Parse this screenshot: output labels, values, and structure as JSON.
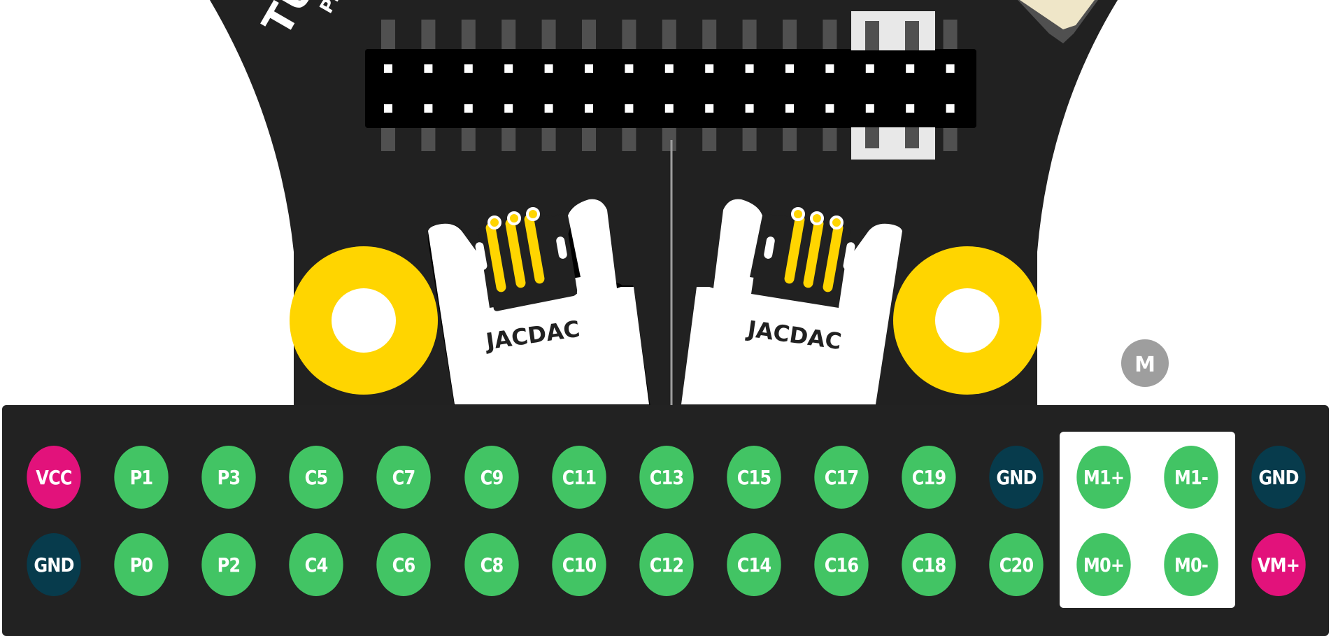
{
  "board": {
    "colors": {
      "board": "#212121",
      "header_body": "#000000",
      "header_pin": "#505050",
      "pad_gold": "#FFD500",
      "connector_white": "#FFFFFF",
      "jacdac_text": "#212121",
      "callout_line": "#9E9E9E"
    },
    "jacdac_labels": [
      "JACDAC",
      "JACDAC"
    ],
    "edge_text_top_left": "TU",
    "edge_text_small": "PE",
    "m_badge": {
      "label": "M",
      "color": "#9E9E9E"
    }
  },
  "legend": {
    "colors": {
      "background": "#222222",
      "power": "#E2127B",
      "ground": "#073B4C",
      "gpio": "#42C464",
      "motor_box": "#FFFFFF"
    },
    "top_row": [
      {
        "label": "VCC",
        "kind": "power"
      },
      {
        "label": "P1",
        "kind": "gpio"
      },
      {
        "label": "P3",
        "kind": "gpio"
      },
      {
        "label": "C5",
        "kind": "gpio"
      },
      {
        "label": "C7",
        "kind": "gpio"
      },
      {
        "label": "C9",
        "kind": "gpio"
      },
      {
        "label": "C11",
        "kind": "gpio"
      },
      {
        "label": "C13",
        "kind": "gpio"
      },
      {
        "label": "C15",
        "kind": "gpio"
      },
      {
        "label": "C17",
        "kind": "gpio"
      },
      {
        "label": "C19",
        "kind": "gpio"
      },
      {
        "label": "GND",
        "kind": "ground"
      },
      {
        "label": "M1+",
        "kind": "gpio"
      },
      {
        "label": "M1-",
        "kind": "gpio"
      },
      {
        "label": "GND",
        "kind": "ground"
      }
    ],
    "bottom_row": [
      {
        "label": "GND",
        "kind": "ground"
      },
      {
        "label": "P0",
        "kind": "gpio"
      },
      {
        "label": "P2",
        "kind": "gpio"
      },
      {
        "label": "C4",
        "kind": "gpio"
      },
      {
        "label": "C6",
        "kind": "gpio"
      },
      {
        "label": "C8",
        "kind": "gpio"
      },
      {
        "label": "C10",
        "kind": "gpio"
      },
      {
        "label": "C12",
        "kind": "gpio"
      },
      {
        "label": "C14",
        "kind": "gpio"
      },
      {
        "label": "C16",
        "kind": "gpio"
      },
      {
        "label": "C18",
        "kind": "gpio"
      },
      {
        "label": "C20",
        "kind": "gpio"
      },
      {
        "label": "M0+",
        "kind": "gpio"
      },
      {
        "label": "M0-",
        "kind": "gpio"
      },
      {
        "label": "VM+",
        "kind": "power"
      }
    ]
  }
}
